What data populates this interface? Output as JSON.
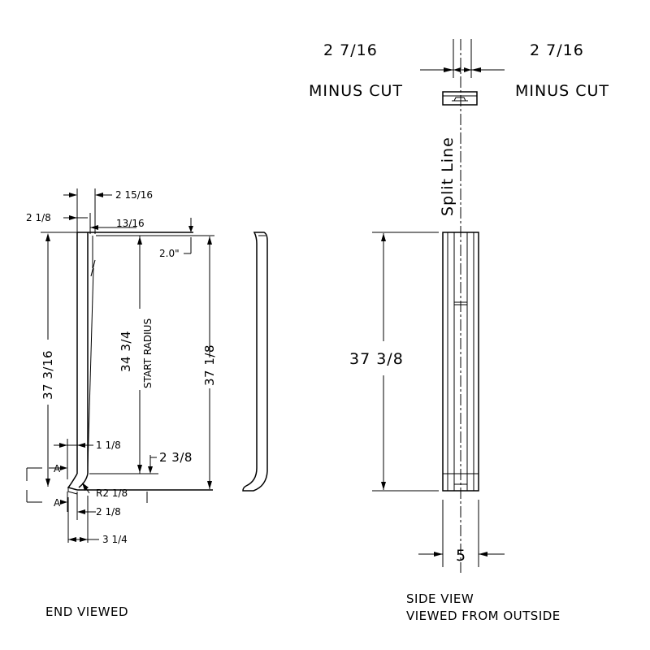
{
  "top_labels": {
    "left_dim": "2 7/16",
    "right_dim": "2 7/16",
    "left_cut": "MINUS CUT",
    "right_cut": "MINUS CUT",
    "split_line": "Split Line"
  },
  "end_view": {
    "dim_2_15_16": "2 15/16",
    "dim_2_1_8_top": "2 1/8",
    "dim_13_16": "13/16",
    "dim_2_0": "2.0\"",
    "dim_37_3_16": "37 3/16",
    "dim_34_3_4": "34 3/4",
    "start_radius": "START RADIUS",
    "dim_37_1_8": "37 1/8",
    "dim_1_1_8": "1 1/8",
    "dim_2_3_8": "2 3/8",
    "section_a_top": "A",
    "section_a_bottom": "A",
    "radius": "R2 1/8",
    "dim_2_1_8_bottom": "2 1/8",
    "dim_3_1_4": "3 1/4",
    "caption": "END VIEWED"
  },
  "side_view": {
    "dim_37_3_8": "37 3/8",
    "dim_5": "5",
    "caption_line1": "SIDE VIEW",
    "caption_line2": "VIEWED FROM OUTSIDE"
  }
}
